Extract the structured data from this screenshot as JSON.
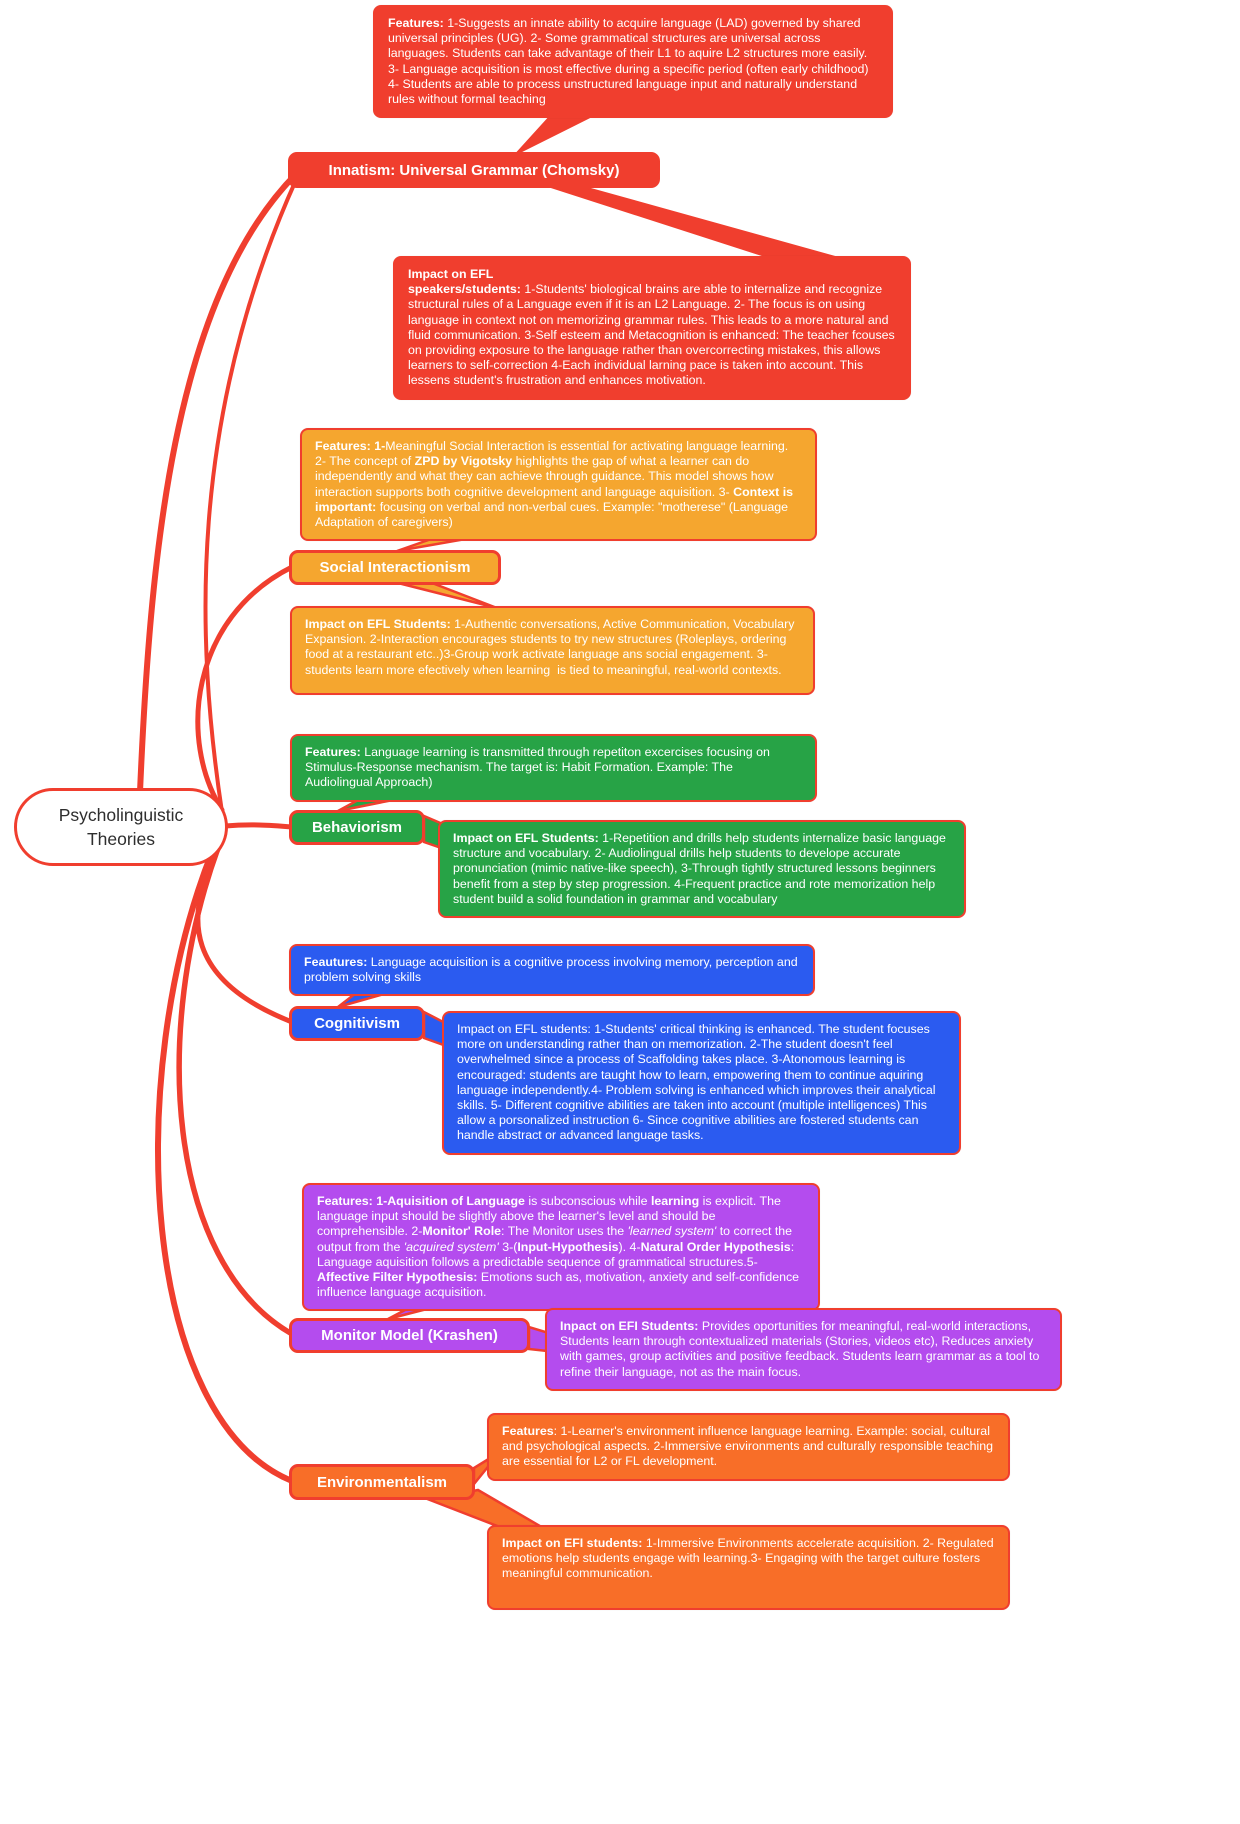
{
  "colors": {
    "red": "#F03E2E",
    "amber": "#F5A62F",
    "green": "#27A346",
    "blue": "#2B5BF0",
    "purple": "#B44CEE",
    "orange": "#F86E28"
  },
  "central": {
    "label": "Psycholinguistic Theories"
  },
  "branches": {
    "innatism": {
      "label": "Innatism: Universal Grammar (Chomsky)",
      "features": [
        {
          "t": "Features:",
          "b": true
        },
        {
          "t": " 1-Suggests an innate ability to acquire language (LAD) governed by shared universal principles (UG). 2- Some grammatical structures are universal across languages. Students can take advantage of their L1 to aquire L2 structures more easily. 3- Language acquisition is most effective during a specific period (often early childhood) 4- Students are able to process unstructured language input and naturally understand rules without formal teaching"
        }
      ],
      "impact": [
        {
          "t": "Impact on EFL\nspeakers/students:",
          "b": true
        },
        {
          "t": " 1-Students' biological brains are able to internalize and recognize structural rules of a Language even if it is an L2 Language. 2- The focus is on using language in context not on memorizing grammar rules. This leads to a more natural and fluid communication. 3-Self esteem and Metacognition is enhanced: The teacher fcouses on providing exposure to the language rather than overcorrecting mistakes, this allows learners to self-correction 4-Each individual larning pace is taken into account. This lessens student's frustration and enhances motivation."
        }
      ]
    },
    "social": {
      "label": "Social Interactionism",
      "features": [
        {
          "t": "Features: 1-",
          "b": true
        },
        {
          "t": "Meaningful Social Interaction is essential for activating language learning. 2- The concept of "
        },
        {
          "t": "ZPD by Vigotsky",
          "b": true
        },
        {
          "t": " highlights the gap of what a learner can do independently and what they can achieve through guidance. This model shows how interaction supports both cognitive development and language aquisition. 3- "
        },
        {
          "t": "Context is important:",
          "b": true
        },
        {
          "t": " focusing on verbal and non-verbal cues. Example: \"motherese\" (Language Adaptation of caregivers)"
        }
      ],
      "impact": [
        {
          "t": "Impact on EFL Students:",
          "b": true
        },
        {
          "t": " 1-Authentic conversations, Active Communication, Vocabulary Expansion. 2-Interaction encourages students to try new structures (Roleplays, ordering food at a restaurant etc..)3-Group work activate language ans social engagement. 3-students learn more efectively when learning  is tied to meaningful, real-world contexts."
        }
      ]
    },
    "behaviorism": {
      "label": "Behaviorism",
      "features": [
        {
          "t": "Features:",
          "b": true
        },
        {
          "t": " Language learning is transmitted through repetiton excercises focusing on Stimulus-Response mechanism. The target is: Habit Formation. Example: The Audiolingual Approach)"
        }
      ],
      "impact": [
        {
          "t": "Impact on EFL Students:",
          "b": true
        },
        {
          "t": " 1-Repetition and drills help students internalize basic language  structure and vocabulary. 2- Audiolingual drills help students to develope accurate pronunciation (mimic native-like speech), 3-Through tightly structured lessons beginners benefit from a step by step progression. 4-Frequent practice and rote memorization help student build a solid foundation in grammar and vocabulary"
        }
      ]
    },
    "cognitivism": {
      "label": "Cognitivism",
      "features": [
        {
          "t": "Feautures:",
          "b": true
        },
        {
          "t": " Language acquisition is a cognitive process involving memory, perception and problem solving skills"
        }
      ],
      "impact": [
        {
          "t": "Impact on EFL students: 1-Students' critical thinking is enhanced. The student focuses more on understanding rather than on memorization. 2-The student doesn't feel overwhelmed since a process of Scaffolding takes place. 3-Atonomous learning is encouraged: students are taught how to learn, empowering them to continue aquiring language independently.4- Problem solving is enhanced which improves their analytical skills. 5- Different cognitive abilities are taken into account (multiple intelligences) This allow a porsonalized instruction 6- Since cognitive abilities are fostered students can handle abstract or advanced language tasks."
        }
      ]
    },
    "monitor": {
      "label": "Monitor Model (Krashen)",
      "features": [
        {
          "t": "Features: 1-Aquisition of Language",
          "b": true
        },
        {
          "t": " is subconscious while "
        },
        {
          "t": "learning",
          "b": true
        },
        {
          "t": " is explicit. The language input should be slightly above the learner's level and should be comprehensible. 2-"
        },
        {
          "t": "Monitor' Role",
          "b": true
        },
        {
          "t": ": The Monitor uses the "
        },
        {
          "t": "'learned system'",
          "i": true
        },
        {
          "t": " to correct the output from the "
        },
        {
          "t": "'acquired system'",
          "i": true
        },
        {
          "t": " 3-("
        },
        {
          "t": "Input-Hypothesis",
          "b": true
        },
        {
          "t": "). 4-"
        },
        {
          "t": "Natural Order Hypothesis",
          "b": true
        },
        {
          "t": ": Language aquisition follows a predictable sequence of grammatical structures.5- "
        },
        {
          "t": "Affective Filter Hypothesis:",
          "b": true
        },
        {
          "t": " Emotions such as, motivation, anxiety and self-confidence influence language acquisition."
        }
      ],
      "impact": [
        {
          "t": "Inpact on EFI Students:",
          "b": true
        },
        {
          "t": " Provides oportunities for meaningful, real-world interactions, Students learn through contextualized materials (Stories, videos etc), Reduces anxiety with games, group activities and positive feedback. Students learn grammar as a tool to refine their language, not as the main focus."
        }
      ]
    },
    "environmentalism": {
      "label": "Environmentalism",
      "features": [
        {
          "t": "Features",
          "b": true
        },
        {
          "t": ": 1-Learner's environment influence language learning. Example: social, cultural and psychological aspects. 2-Immersive environments and culturally responsible teaching are essential for L2 or FL development."
        }
      ],
      "impact": [
        {
          "t": "Impact on EFI students:",
          "b": true
        },
        {
          "t": " 1-Immersive Environments accelerate acquisition. 2- Regulated emotions help students engage with learning.3- Engaging with the target culture fosters meaningful communication."
        }
      ]
    }
  }
}
